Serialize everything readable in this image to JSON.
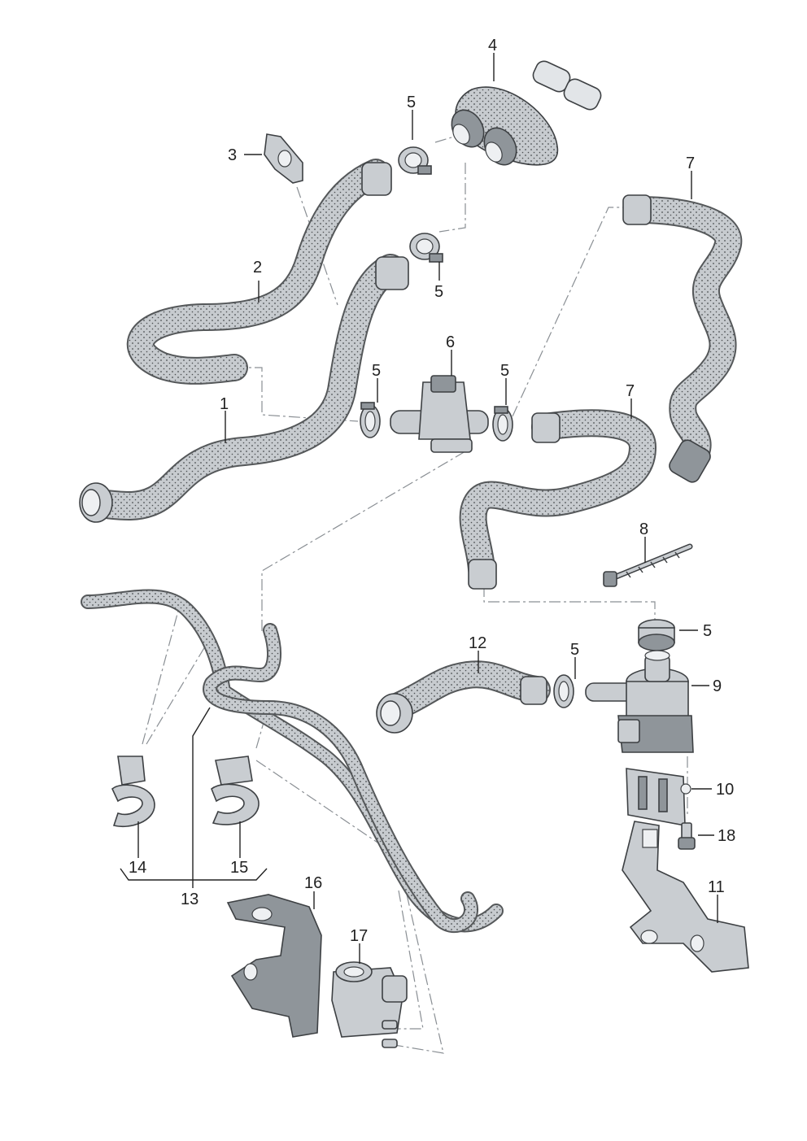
{
  "diagram": {
    "callouts": [
      "1",
      "2",
      "3",
      "4",
      "5",
      "5",
      "5",
      "5",
      "5",
      "5",
      "6",
      "7",
      "7",
      "8",
      "9",
      "10",
      "11",
      "12",
      "13",
      "14",
      "15",
      "16",
      "17",
      "18"
    ]
  },
  "parts": {
    "p1": "1",
    "p2": "2",
    "p3": "3",
    "p4": "4",
    "p5a": "5",
    "p5b": "5",
    "p5c": "5",
    "p5d": "5",
    "p5e": "5",
    "p5f": "5",
    "p6": "6",
    "p7a": "7",
    "p7b": "7",
    "p8": "8",
    "p9": "9",
    "p10": "10",
    "p11": "11",
    "p12": "12",
    "p13": "13",
    "p14": "14",
    "p15": "15",
    "p16": "16",
    "p17": "17",
    "p18": "18"
  },
  "colors": {
    "hose": "#c7cbcf",
    "hose_outline": "#55585a",
    "metal": "#c9cdd1",
    "leader": "#222222",
    "dash_line": "#8a8f94"
  }
}
